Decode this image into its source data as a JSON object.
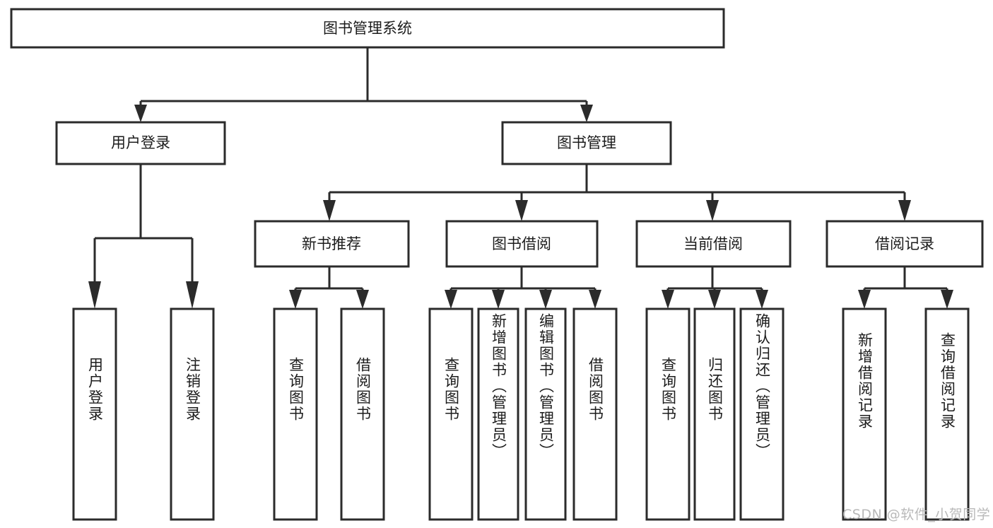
{
  "diagram": {
    "type": "tree-hierarchy",
    "title_node": {
      "label": "图书管理系统"
    },
    "level2": [
      {
        "label": "用户登录"
      },
      {
        "label": "图书管理"
      }
    ],
    "level3": [
      {
        "label": "新书推荐"
      },
      {
        "label": "图书借阅"
      },
      {
        "label": "当前借阅"
      },
      {
        "label": "借阅记录"
      }
    ],
    "leaves": [
      {
        "label": "用户登录"
      },
      {
        "label": "注销登录"
      },
      {
        "label": "查询图书"
      },
      {
        "label": "借阅图书"
      },
      {
        "label": "查询图书"
      },
      {
        "label": "新增图书（管理员）"
      },
      {
        "label": "编辑图书（管理员）"
      },
      {
        "label": "借阅图书"
      },
      {
        "label": "查询图书"
      },
      {
        "label": "归还图书"
      },
      {
        "label": "确认归还（管理员）"
      },
      {
        "label": "新增借阅记录"
      },
      {
        "label": "查询借阅记录"
      }
    ],
    "colors": {
      "stroke": "#2b2b2b",
      "fill": "#ffffff",
      "text": "#1c1c1c",
      "watermark": "#b9b9b9"
    }
  },
  "watermark": {
    "text": "CSDN @软件_小贺同学"
  }
}
